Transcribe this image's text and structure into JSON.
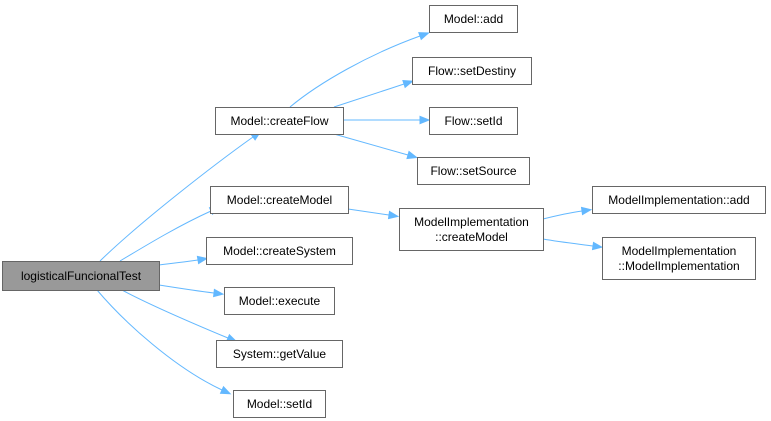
{
  "colors": {
    "edge": "#63b8ff",
    "node_border": "#666666",
    "node_fill": "#ffffff",
    "root_fill": "#999999"
  },
  "nodes": {
    "root": {
      "lines": [
        "logisticalFuncionalTest"
      ]
    },
    "model_create_flow": {
      "lines": [
        "Model::createFlow"
      ]
    },
    "model_create_model": {
      "lines": [
        "Model::createModel"
      ]
    },
    "model_create_system": {
      "lines": [
        "Model::createSystem"
      ]
    },
    "model_execute": {
      "lines": [
        "Model::execute"
      ]
    },
    "system_get_value": {
      "lines": [
        "System::getValue"
      ]
    },
    "model_set_id": {
      "lines": [
        "Model::setId"
      ]
    },
    "model_add": {
      "lines": [
        "Model::add"
      ]
    },
    "flow_set_destiny": {
      "lines": [
        "Flow::setDestiny"
      ]
    },
    "flow_set_id": {
      "lines": [
        "Flow::setId"
      ]
    },
    "flow_set_source": {
      "lines": [
        "Flow::setSource"
      ]
    },
    "modelimpl_create_model": {
      "lines": [
        "ModelImplementation",
        "::createModel"
      ]
    },
    "modelimpl_add": {
      "lines": [
        "ModelImplementation::add"
      ]
    },
    "modelimpl_ctor": {
      "lines": [
        "ModelImplementation",
        "::ModelImplementation"
      ]
    }
  },
  "edges": [
    [
      "root",
      "model_create_flow"
    ],
    [
      "root",
      "model_create_model"
    ],
    [
      "root",
      "model_create_system"
    ],
    [
      "root",
      "model_execute"
    ],
    [
      "root",
      "system_get_value"
    ],
    [
      "root",
      "model_set_id"
    ],
    [
      "model_create_flow",
      "model_add"
    ],
    [
      "model_create_flow",
      "flow_set_destiny"
    ],
    [
      "model_create_flow",
      "flow_set_id"
    ],
    [
      "model_create_flow",
      "flow_set_source"
    ],
    [
      "model_create_model",
      "modelimpl_create_model"
    ],
    [
      "modelimpl_create_model",
      "modelimpl_add"
    ],
    [
      "modelimpl_create_model",
      "modelimpl_ctor"
    ]
  ]
}
